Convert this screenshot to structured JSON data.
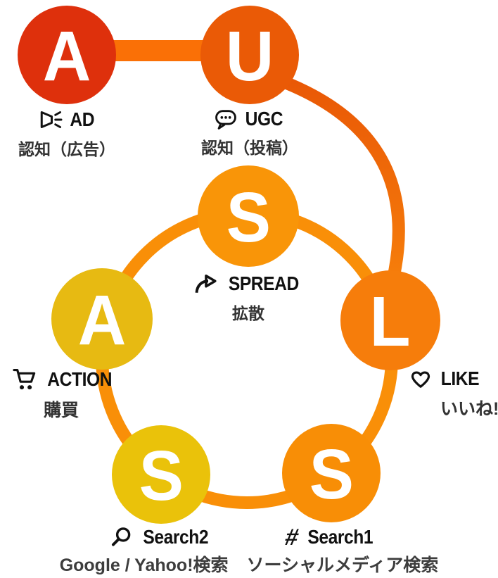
{
  "diagram": {
    "name": "ULSSAS cycle marketing framework",
    "palette": {
      "ad_red": "#DE300C",
      "ugc_orange": "#EA5A06",
      "spread_orange": "#F99508",
      "like_orange": "#F67D0B",
      "action_yellow": "#E7BA12",
      "search2_yellow": "#EAC20A",
      "search1_orange": "#F88E06",
      "ring_stroke": "#F98F08",
      "top_bar": "#FA7006",
      "curve_start": "#E95806",
      "curve_end": "#F67E0B",
      "letter_color": "#FFFFFF",
      "text_dark": "#333333"
    },
    "nodes": {
      "ad": {
        "letter": "A",
        "en": "AD",
        "jp": "認知（広告）",
        "icon": "megaphone-icon",
        "color": "#DE300C"
      },
      "ugc": {
        "letter": "U",
        "en": "UGC",
        "jp": "認知（投稿）",
        "icon": "speech-bubble-icon",
        "color": "#EA5A06"
      },
      "spread": {
        "letter": "S",
        "en": "SPREAD",
        "jp": "拡散",
        "icon": "share-arrow-icon",
        "color": "#F99508"
      },
      "like": {
        "letter": "L",
        "en": "LIKE",
        "jp": "いいね!",
        "icon": "heart-icon",
        "color": "#F67D0B"
      },
      "action": {
        "letter": "A",
        "en": "ACTION",
        "jp": "購買",
        "icon": "cart-icon",
        "color": "#E7BA12"
      },
      "search2": {
        "letter": "S",
        "en": "Search2",
        "icon": "search-icon",
        "color": "#EAC20A"
      },
      "search1": {
        "letter": "S",
        "en": "Search1",
        "icon": "hashtag-icon",
        "color": "#F88E06"
      }
    },
    "footer": {
      "search2_caption": "Google / Yahoo!検索",
      "search1_caption": "ソーシャルメディア検索"
    }
  }
}
